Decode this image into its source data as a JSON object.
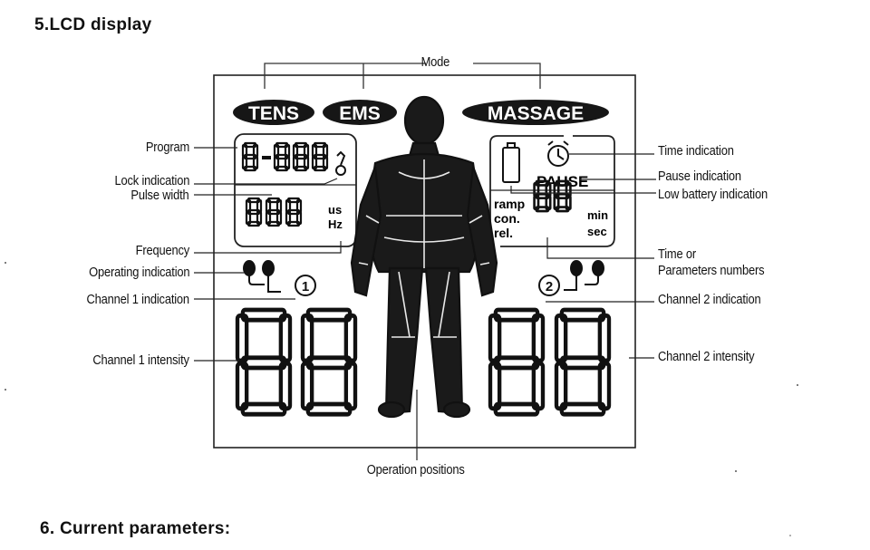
{
  "headings": {
    "section5": "5.LCD display",
    "section6": "6. Current parameters:"
  },
  "lcd": {
    "mode_badges": [
      "TENS",
      "EMS",
      "MASSAGE"
    ],
    "program_readout": "8-88",
    "pulse_readout": "888",
    "pulse_units": [
      "us",
      "Hz"
    ],
    "pause_text": "PAUSE",
    "ramp_labels": [
      "ramp",
      "con.",
      "rel."
    ],
    "time_readout": "88",
    "time_units": [
      "min",
      "sec"
    ],
    "channel1_marker": "1",
    "channel2_marker": "2",
    "channel1_intensity": "88",
    "channel2_intensity": "88"
  },
  "callouts": {
    "mode": "Mode",
    "program": "Program",
    "lock_indication": "Lock indication",
    "pulse_width": "Pulse width",
    "frequency": "Frequency",
    "operating_indication": "Operating indication",
    "channel1_indication": "Channel 1 indication",
    "channel1_intensity": "Channel 1 intensity",
    "time_indication": "Time indication",
    "pause_indication": "Pause indication",
    "low_battery_indication": "Low battery indication",
    "time_or_line1": "Time or",
    "time_or_line2": "Parameters numbers",
    "channel2_indication": "Channel 2 indication",
    "channel2_intensity": "Channel 2 intensity",
    "operation_positions": "Operation positions"
  }
}
